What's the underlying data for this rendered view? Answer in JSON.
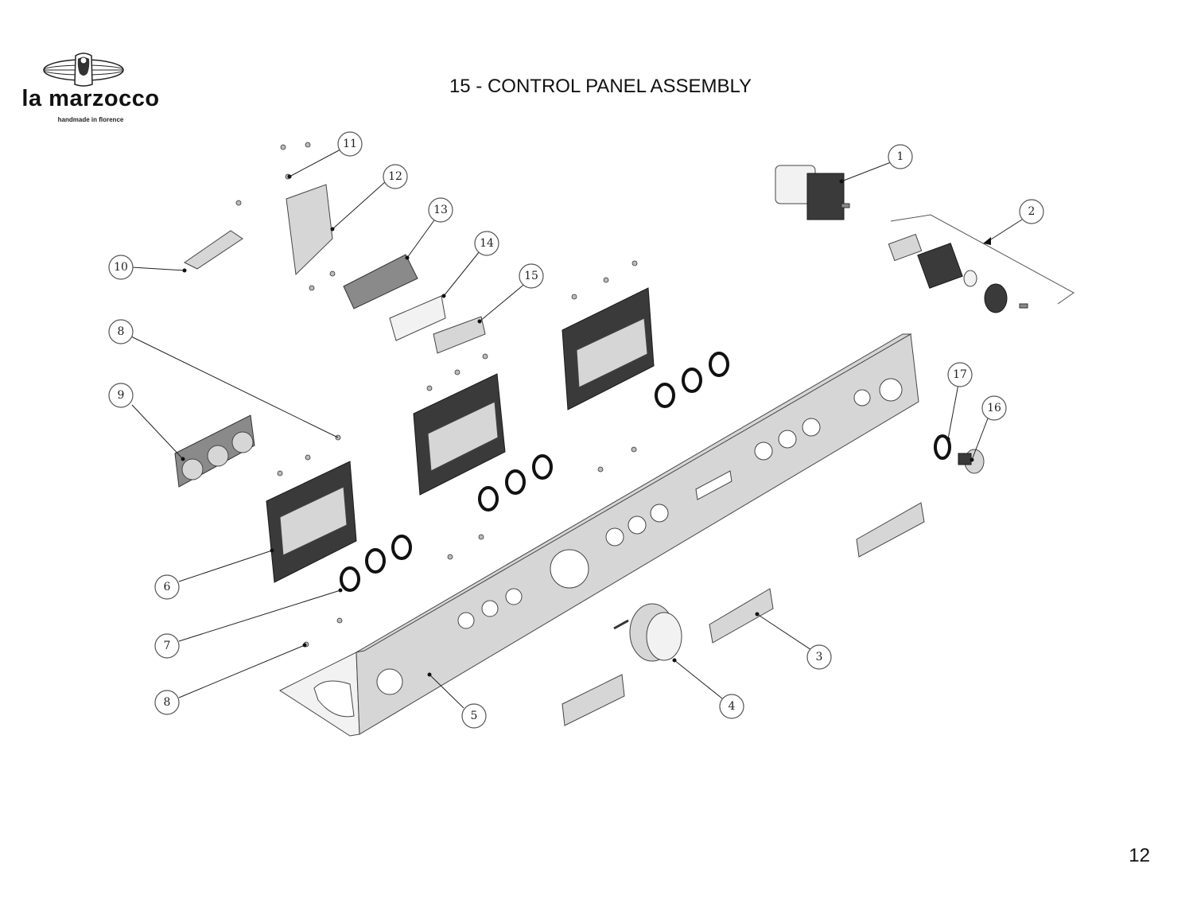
{
  "brand": {
    "name": "la marzocco",
    "tagline": "handmade in florence"
  },
  "title": "15 - CONTROL PANEL ASSEMBLY",
  "page_number": "12",
  "callouts": [
    "1",
    "2",
    "3",
    "4",
    "5",
    "6",
    "7",
    "8",
    "8",
    "9",
    "10",
    "11",
    "12",
    "13",
    "14",
    "15",
    "16",
    "17"
  ]
}
